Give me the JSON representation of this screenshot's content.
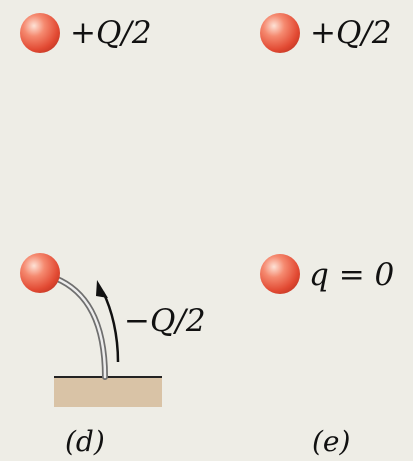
{
  "panel_d": {
    "sphere_top": {
      "charge_label": "+Q/2"
    },
    "grounded_sphere": {
      "flow_label": "−Q/2"
    },
    "caption": "(d)"
  },
  "panel_e": {
    "sphere_top": {
      "charge_label": "+Q/2"
    },
    "sphere_bottom": {
      "charge_label": "q = 0"
    },
    "caption": "(e)"
  },
  "colors": {
    "sphere": "#ee5c48",
    "sphere_highlight": "#fbd7c8",
    "ground_plate": "#d9c3a6",
    "wire": "#7f7f7f",
    "background": "#eeede6"
  }
}
